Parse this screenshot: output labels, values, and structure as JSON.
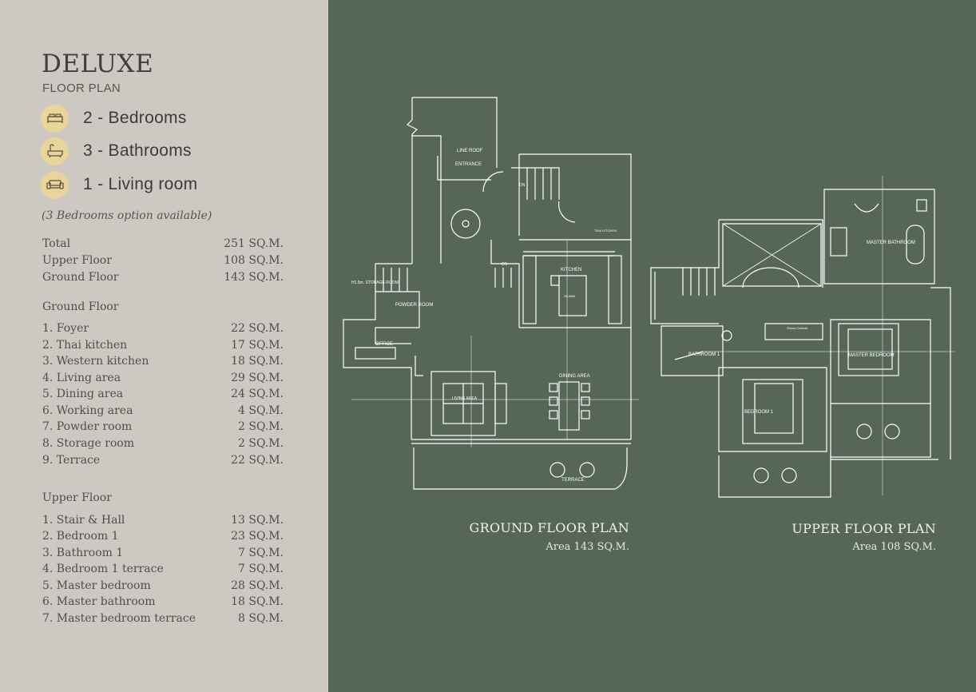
{
  "header": {
    "title": "DELUXE",
    "subtitle": "FLOOR PLAN"
  },
  "features": [
    {
      "icon": "bed-icon",
      "label": "2 - Bedrooms"
    },
    {
      "icon": "bathtub-icon",
      "label": "3 - Bathrooms"
    },
    {
      "icon": "sofa-icon",
      "label": "1 - Living room"
    }
  ],
  "note": "(3 Bedrooms option available)",
  "totals": [
    {
      "name": "Total",
      "area": "251 SQ.M."
    },
    {
      "name": "Upper Floor",
      "area": "108 SQ.M."
    },
    {
      "name": "Ground Floor",
      "area": "143 SQ.M."
    }
  ],
  "ground": {
    "heading": "Ground Floor",
    "rooms": [
      {
        "name": "1. Foyer",
        "area": "22 SQ.M."
      },
      {
        "name": "2. Thai kitchen",
        "area": "17 SQ.M."
      },
      {
        "name": "3. Western kitchen",
        "area": "18 SQ.M."
      },
      {
        "name": "4. Living area",
        "area": "29 SQ.M."
      },
      {
        "name": "5. Dining area",
        "area": "24 SQ.M."
      },
      {
        "name": "6. Working area",
        "area": "4 SQ.M."
      },
      {
        "name": "7. Powder room",
        "area": "2 SQ.M."
      },
      {
        "name": "8. Storage room",
        "area": "2 SQ.M."
      },
      {
        "name": "9. Terrace",
        "area": "22 SQ.M."
      }
    ]
  },
  "upper": {
    "heading": "Upper Floor",
    "rooms": [
      {
        "name": "1. Stair & Hall",
        "area": "13 SQ.M."
      },
      {
        "name": "2. Bedroom 1",
        "area": "23 SQ.M."
      },
      {
        "name": "3. Bathroom 1",
        "area": "7 SQ.M."
      },
      {
        "name": "4. Bedroom 1 terrace",
        "area": "7 SQ.M."
      },
      {
        "name": "5. Master bedroom",
        "area": "28 SQ.M."
      },
      {
        "name": "6. Master bathroom",
        "area": "18 SQ.M."
      },
      {
        "name": "7. Master bedroom terrace",
        "area": "8 SQ.M."
      }
    ]
  },
  "plans": {
    "ground": {
      "title": "GROUND FLOOR PLAN",
      "area": "Area 143 SQ.M.",
      "labels": {
        "line_roof": "LINE ROOF",
        "entrance": "ENTRANCE",
        "kitchen": "KITCHEN",
        "storage": "H1.5m. STORAGE ROOM",
        "powder": "POWDER ROOM",
        "office": "OFFICE",
        "living": "LIVING AREA",
        "dining": "DINING AREA",
        "terrace": "TERRACE",
        "island": "ISLAND",
        "thai_kitchen": "THAI KITCHEN",
        "dn1": "DN",
        "dn2": "DN"
      }
    },
    "upper": {
      "title": "UPPER FLOOR PLAN",
      "area": "Area 108 SQ.M.",
      "labels": {
        "master_bathroom": "MASTER BATHROOM",
        "bathroom1": "BATHROOM 1",
        "master_bedroom": "MASTER BEDROOM",
        "bedroom1": "BEDROOM 1",
        "shoes_cabinet": "Shoes Cabinet"
      }
    }
  },
  "colors": {
    "sidebar": "#cdc8c1",
    "background": "#566657",
    "icon_circle": "#e9d59a",
    "line": "#ffffff"
  }
}
